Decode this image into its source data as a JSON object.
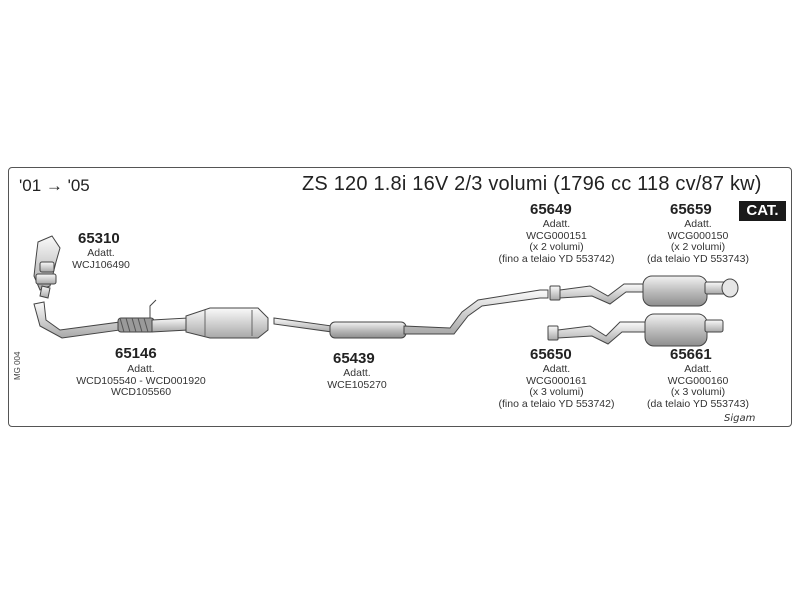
{
  "header": {
    "years": "'01 → '05",
    "title": "ZS 120 1.8i 16V 2/3 volumi (1796 cc 118 cv/87 kw)",
    "cat_badge": "CAT."
  },
  "parts": [
    {
      "code": "65310",
      "lines": [
        "Adatt.",
        "WCJ106490"
      ]
    },
    {
      "code": "65146",
      "lines": [
        "Adatt.",
        "WCD105540 - WCD001920",
        "WCD105560"
      ]
    },
    {
      "code": "65439",
      "lines": [
        "Adatt.",
        "WCE105270"
      ]
    },
    {
      "code": "65649",
      "lines": [
        "Adatt.",
        "WCG000151",
        "(x 2 volumi)",
        "(fino a telaio YD 553742)"
      ]
    },
    {
      "code": "65659",
      "lines": [
        "Adatt.",
        "WCG000150",
        "(x 2 volumi)",
        "(da telaio YD 553743)"
      ]
    },
    {
      "code": "65650",
      "lines": [
        "Adatt.",
        "WCG000161",
        "(x 3 volumi)",
        "(fino a telaio YD 553742)"
      ]
    },
    {
      "code": "65661",
      "lines": [
        "Adatt.",
        "WCG000160",
        "(x 3 volumi)",
        "(da telaio YD 553743)"
      ]
    }
  ],
  "side_code": "MG 004",
  "logo": "Sigam"
}
